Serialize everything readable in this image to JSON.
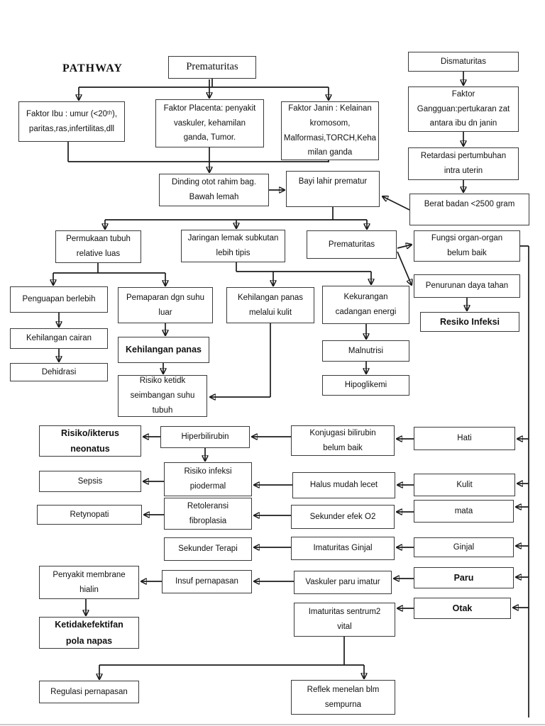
{
  "page": {
    "title": "PATHWAY"
  },
  "colors": {
    "background": "#ffffff",
    "box_border": "#3a3a3a",
    "line": "#1b1b1b",
    "text": "#111111"
  },
  "nodes": {
    "prematuritas_top": "Prematuritas",
    "dismaturitas": "Dismaturitas",
    "faktor_ibu": "Faktor Ibu : umur (<20ᵗʰ),\nparitas,ras,infertilitas,dll",
    "faktor_placenta": "Faktor Placenta: penyakit\nvaskuler, kehamilan\nganda, Tumor.",
    "faktor_janin": "Faktor Janin : Kelainan\nkromosom,\nMalformasi,TORCH,Keha\nmilan ganda",
    "faktor_gangguan": "Faktor\nGangguan:pertukaran zat\nantara ibu dn janin",
    "retardasi": "Retardasi pertumbuhan\nintra uterin",
    "dinding": "Dinding otot rahim bag.\nBawah lemah",
    "bayi": "Bayi lahir prematur",
    "berat_badan": "Berat badan <2500 gram",
    "permukaan": "Permukaan tubuh\nrelative luas",
    "jaringan": "Jaringan lemak subkutan\nlebih tipis",
    "prematuritas2": "Prematuritas",
    "fungsi_organ": "Fungsi organ-organ\nbelum baik",
    "penurunan": "Penurunan daya tahan",
    "resiko_infeksi": "Resiko Infeksi",
    "penguapan": "Penguapan berlebih",
    "pemaparan": "Pemaparan dgn suhu\nluar",
    "kehilangan_panas_kulit": "Kehilangan panas\nmelalui kulit",
    "kekurangan": "Kekurangan\ncadangan energi",
    "kehilangan_cairan": "Kehilangan cairan",
    "kehilangan_panas": "Kehilangan panas",
    "dehidrasi": "Dehidrasi",
    "risiko_suhu": "Risiko ketidk\nseimbangan suhu\ntubuh",
    "malnutrisi": "Malnutrisi",
    "hipoglikemi": "Hipoglikemi",
    "risiko_ikterus": "Risiko/ikterus\nneonatus",
    "hiperbilirubin": "Hiperbilirubin",
    "konjugasi": "Konjugasi bilirubin\nbelum baik",
    "hati": "Hati",
    "sepsis": "Sepsis",
    "risiko_piodermal": "Risiko infeksi\npiodermal",
    "halus": "Halus mudah lecet",
    "kulit": "Kulit",
    "retynopati": "Retynopati",
    "retoleransi": "Retoleransi\nfibroplasia",
    "sekunder_efek": "Sekunder efek O2",
    "mata": "mata",
    "sekunder_terapi": "Sekunder Terapi",
    "imaturitas_ginjal": "Imaturitas Ginjal",
    "ginjal": "Ginjal",
    "penyakit_membrane": "Penyakit membrane\nhialin",
    "insuf": "Insuf pernapasan",
    "vaskuler": "Vaskuler paru imatur",
    "paru": "Paru",
    "ketidakefektifan": "Ketidakefektifan\npola napas",
    "imaturitas_sentrum": "Imaturitas sentrum2\nvital",
    "otak": "Otak",
    "regulasi": "Regulasi pernapasan",
    "reflek": "Reflek menelan blm\nsempurna"
  },
  "edges": [
    [
      "prematuritas_top",
      "faktor_ibu"
    ],
    [
      "prematuritas_top",
      "faktor_placenta"
    ],
    [
      "prematuritas_top",
      "faktor_janin"
    ],
    [
      "dismaturitas",
      "faktor_gangguan"
    ],
    [
      "faktor_gangguan",
      "retardasi"
    ],
    [
      "retardasi",
      "berat_badan"
    ],
    [
      "berat_badan",
      "bayi"
    ],
    [
      "faktor_ibu",
      "dinding"
    ],
    [
      "faktor_placenta",
      "dinding"
    ],
    [
      "faktor_janin",
      "dinding"
    ],
    [
      "dinding",
      "bayi"
    ],
    [
      "bayi",
      "permukaan"
    ],
    [
      "bayi",
      "jaringan"
    ],
    [
      "bayi",
      "prematuritas2"
    ],
    [
      "permukaan",
      "penguapan"
    ],
    [
      "permukaan",
      "pemaparan"
    ],
    [
      "jaringan",
      "kehilangan_panas_kulit"
    ],
    [
      "jaringan",
      "kekurangan"
    ],
    [
      "prematuritas2",
      "fungsi_organ"
    ],
    [
      "prematuritas2",
      "penurunan"
    ],
    [
      "penurunan",
      "resiko_infeksi"
    ],
    [
      "penguapan",
      "kehilangan_cairan"
    ],
    [
      "kehilangan_cairan",
      "dehidrasi"
    ],
    [
      "pemaparan",
      "kehilangan_panas"
    ],
    [
      "kehilangan_panas",
      "risiko_suhu"
    ],
    [
      "kehilangan_panas_kulit",
      "risiko_suhu"
    ],
    [
      "kekurangan",
      "malnutrisi"
    ],
    [
      "malnutrisi",
      "hipoglikemi"
    ],
    [
      "fungsi_organ",
      "hati"
    ],
    [
      "fungsi_organ",
      "kulit"
    ],
    [
      "fungsi_organ",
      "mata"
    ],
    [
      "fungsi_organ",
      "ginjal"
    ],
    [
      "fungsi_organ",
      "paru"
    ],
    [
      "fungsi_organ",
      "otak"
    ],
    [
      "hati",
      "konjugasi"
    ],
    [
      "konjugasi",
      "hiperbilirubin"
    ],
    [
      "hiperbilirubin",
      "risiko_ikterus"
    ],
    [
      "hiperbilirubin",
      "risiko_piodermal"
    ],
    [
      "kulit",
      "halus"
    ],
    [
      "halus",
      "risiko_piodermal"
    ],
    [
      "risiko_piodermal",
      "sepsis"
    ],
    [
      "mata",
      "sekunder_efek"
    ],
    [
      "sekunder_efek",
      "retoleransi"
    ],
    [
      "retoleransi",
      "retynopati"
    ],
    [
      "ginjal",
      "imaturitas_ginjal"
    ],
    [
      "imaturitas_ginjal",
      "sekunder_terapi"
    ],
    [
      "paru",
      "vaskuler"
    ],
    [
      "vaskuler",
      "insuf"
    ],
    [
      "insuf",
      "penyakit_membrane"
    ],
    [
      "penyakit_membrane",
      "ketidakefektifan"
    ],
    [
      "otak",
      "imaturitas_sentrum"
    ],
    [
      "imaturitas_sentrum",
      "regulasi"
    ],
    [
      "imaturitas_sentrum",
      "reflek"
    ]
  ]
}
